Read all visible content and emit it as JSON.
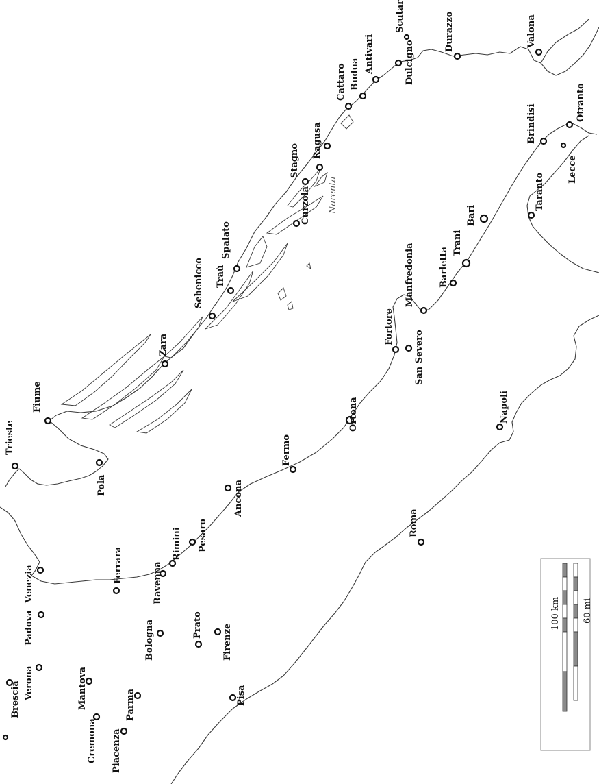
{
  "map": {
    "cities": [
      {
        "id": "scutari",
        "name": "Scutari"
      },
      {
        "id": "dulcigno",
        "name": "Dulcigno"
      },
      {
        "id": "durazzo",
        "name": "Durazzo"
      },
      {
        "id": "valona",
        "name": "Valona"
      },
      {
        "id": "antivari",
        "name": "Antivari"
      },
      {
        "id": "budua",
        "name": "Budua"
      },
      {
        "id": "cattaro",
        "name": "Cattaro"
      },
      {
        "id": "ragusa",
        "name": "Ragusa"
      },
      {
        "id": "stagno",
        "name": "Stagno"
      },
      {
        "id": "curzola",
        "name": "Curzola"
      },
      {
        "id": "spalato",
        "name": "Spalato"
      },
      {
        "id": "trau",
        "name": "Traù"
      },
      {
        "id": "sebenicco",
        "name": "Sebenicco"
      },
      {
        "id": "zara",
        "name": "Zara"
      },
      {
        "id": "fiume",
        "name": "Fiume"
      },
      {
        "id": "trieste",
        "name": "Trieste"
      },
      {
        "id": "pola",
        "name": "Pola"
      },
      {
        "id": "venezia",
        "name": "Venezia"
      },
      {
        "id": "padova",
        "name": "Padova"
      },
      {
        "id": "verona",
        "name": "Verona"
      },
      {
        "id": "brescia",
        "name": "Brescia"
      },
      {
        "id": "mantova",
        "name": "Mantova"
      },
      {
        "id": "cremona",
        "name": "Cremona"
      },
      {
        "id": "piacenza",
        "name": "Piacenza"
      },
      {
        "id": "parma",
        "name": "Parma"
      },
      {
        "id": "ferrara",
        "name": "Ferrara"
      },
      {
        "id": "bologna",
        "name": "Bologna"
      },
      {
        "id": "ravenna",
        "name": "Ravenna"
      },
      {
        "id": "rimini",
        "name": "Rimini"
      },
      {
        "id": "pesaro",
        "name": "Pesaro"
      },
      {
        "id": "prato",
        "name": "Prato"
      },
      {
        "id": "firenze",
        "name": "Firenze"
      },
      {
        "id": "pisa",
        "name": "Pisa"
      },
      {
        "id": "ancona",
        "name": "Ancona"
      },
      {
        "id": "fermo",
        "name": "Fermo"
      },
      {
        "id": "ortona",
        "name": "Ortona"
      },
      {
        "id": "roma",
        "name": "Roma"
      },
      {
        "id": "napoli",
        "name": "Napoli"
      },
      {
        "id": "fortore",
        "name": "Fortore"
      },
      {
        "id": "san_severo",
        "name": "San Severo"
      },
      {
        "id": "manfredonia",
        "name": "Manfredonia"
      },
      {
        "id": "barletta",
        "name": "Barletta"
      },
      {
        "id": "trani",
        "name": "Trani"
      },
      {
        "id": "bari",
        "name": "Bari"
      },
      {
        "id": "taranto",
        "name": "Taranto"
      },
      {
        "id": "brindisi",
        "name": "Brindisi"
      },
      {
        "id": "lecce",
        "name": "Lecce"
      },
      {
        "id": "otranto",
        "name": "Otranto"
      }
    ],
    "river_label": "Narenta",
    "scale": {
      "km_label": "100 km",
      "mi_label": "60 mi"
    }
  }
}
